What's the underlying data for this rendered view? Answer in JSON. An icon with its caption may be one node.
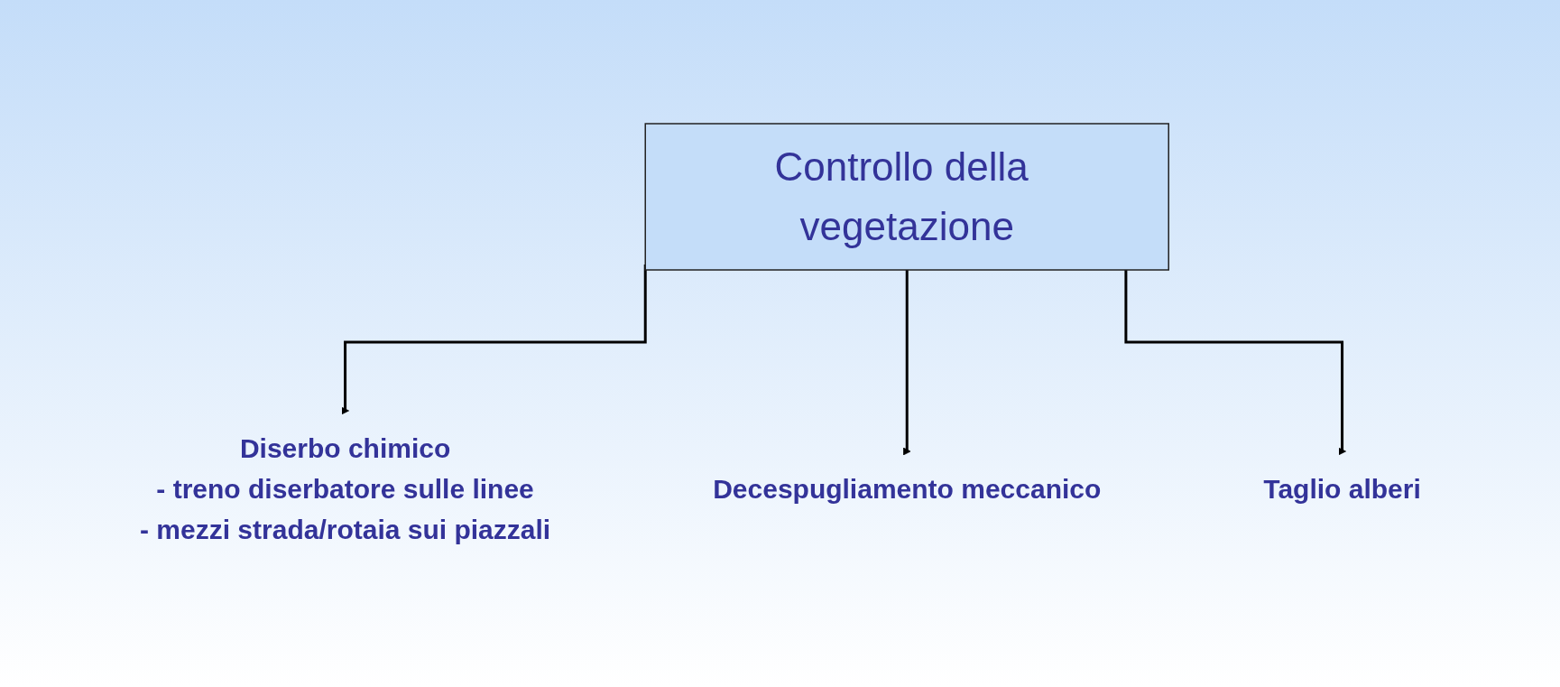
{
  "diagram": {
    "nodes": [
      {
        "text": [
          "Controllo della vegetazione"
        ]
      },
      {
        "text": [
          "Diserbo chimico",
          "- treno diserbatore sulle linee",
          "- mezzi strada/rotaia sui piazzali"
        ]
      },
      {
        "text": [
          "Decespugliamento meccanico"
        ]
      },
      {
        "text": [
          "Taglio alberi"
        ]
      }
    ],
    "edges": [
      {
        "from": 0,
        "to": 1,
        "arrow": "to"
      },
      {
        "from": 0,
        "to": 2,
        "arrow": "to"
      },
      {
        "from": 0,
        "to": 3,
        "arrow": "to"
      }
    ]
  }
}
